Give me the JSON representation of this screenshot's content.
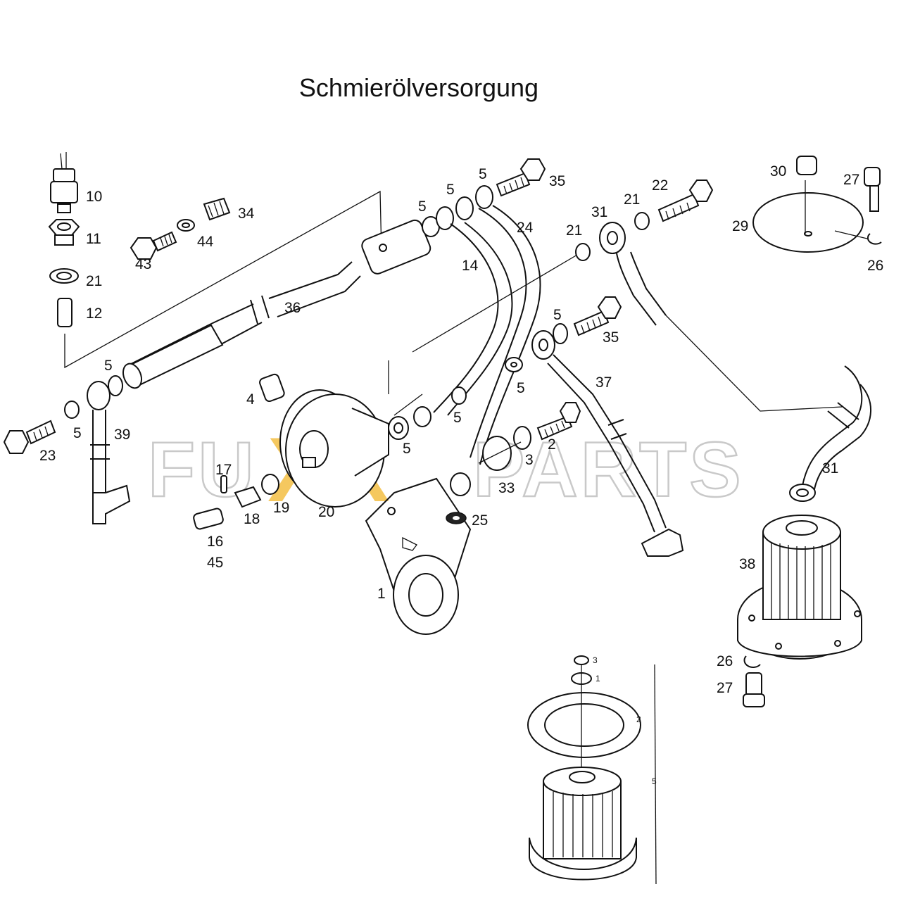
{
  "title": "Schmierölversorgung",
  "watermark": {
    "left": "FU",
    "mid": "XX",
    "right": "PARTS",
    "accent_color": "#f2b62a",
    "outline_color": "#c9c9c9"
  },
  "callouts": {
    "c10": "10",
    "c11": "11",
    "c21a": "21",
    "c12": "12",
    "c43": "43",
    "c44": "44",
    "c34": "34",
    "c36": "36",
    "c5a": "5",
    "c5b": "5",
    "c5c": "5",
    "c35a": "35",
    "c14": "14",
    "c24": "24",
    "c31a": "31",
    "c21b": "21",
    "c21c": "21",
    "c22": "22",
    "c30": "30",
    "c27a": "27",
    "c29": "29",
    "c26a": "26",
    "c5d": "5",
    "c5e": "5",
    "c39": "39",
    "c23": "23",
    "c4": "4",
    "c5f": "5",
    "c5g": "5",
    "c5h": "5",
    "c35b": "35",
    "c5i": "5",
    "c37": "37",
    "c2": "2",
    "c3": "3",
    "c33": "33",
    "c25": "25",
    "c17": "17",
    "c18": "18",
    "c19": "19",
    "c20": "20",
    "c16": "16",
    "c45": "45",
    "c1": "1",
    "c31b": "31",
    "c38": "38",
    "c26b": "26",
    "c27b": "27"
  },
  "kit": {
    "k3": "3",
    "k1": "1",
    "k2": "2",
    "k5": "5"
  }
}
